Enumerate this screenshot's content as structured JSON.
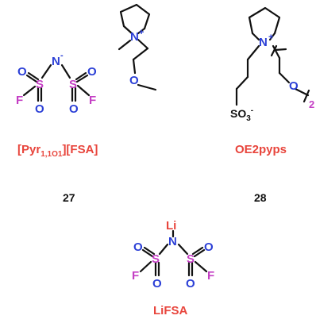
{
  "molecules": {
    "pyr_fsa": {
      "label_main": "[Pyr",
      "label_sub": "1,1O1",
      "label_tail": "][FSA]",
      "number": "27"
    },
    "oe2pyps": {
      "label": "OE2pyps",
      "number": "28",
      "subscript_2": "2",
      "so3": "SO",
      "so3_sub": "3",
      "so3_sup": "-"
    },
    "lifsa": {
      "label": "LiFSA",
      "number": ""
    }
  },
  "atoms": {
    "nitrogen": "N",
    "sulfur": "S",
    "oxygen": "O",
    "fluorine": "F",
    "lithium": "Li",
    "plus": "+",
    "minus": "-"
  },
  "colors": {
    "nitrogen": "#2b3fd6",
    "sulfur": "#c43fc4",
    "oxygen": "#2b3fd6",
    "fluorine": "#c43fc4",
    "lithium": "#e8453c",
    "label_red": "#e8453c",
    "bond": "#111111"
  }
}
